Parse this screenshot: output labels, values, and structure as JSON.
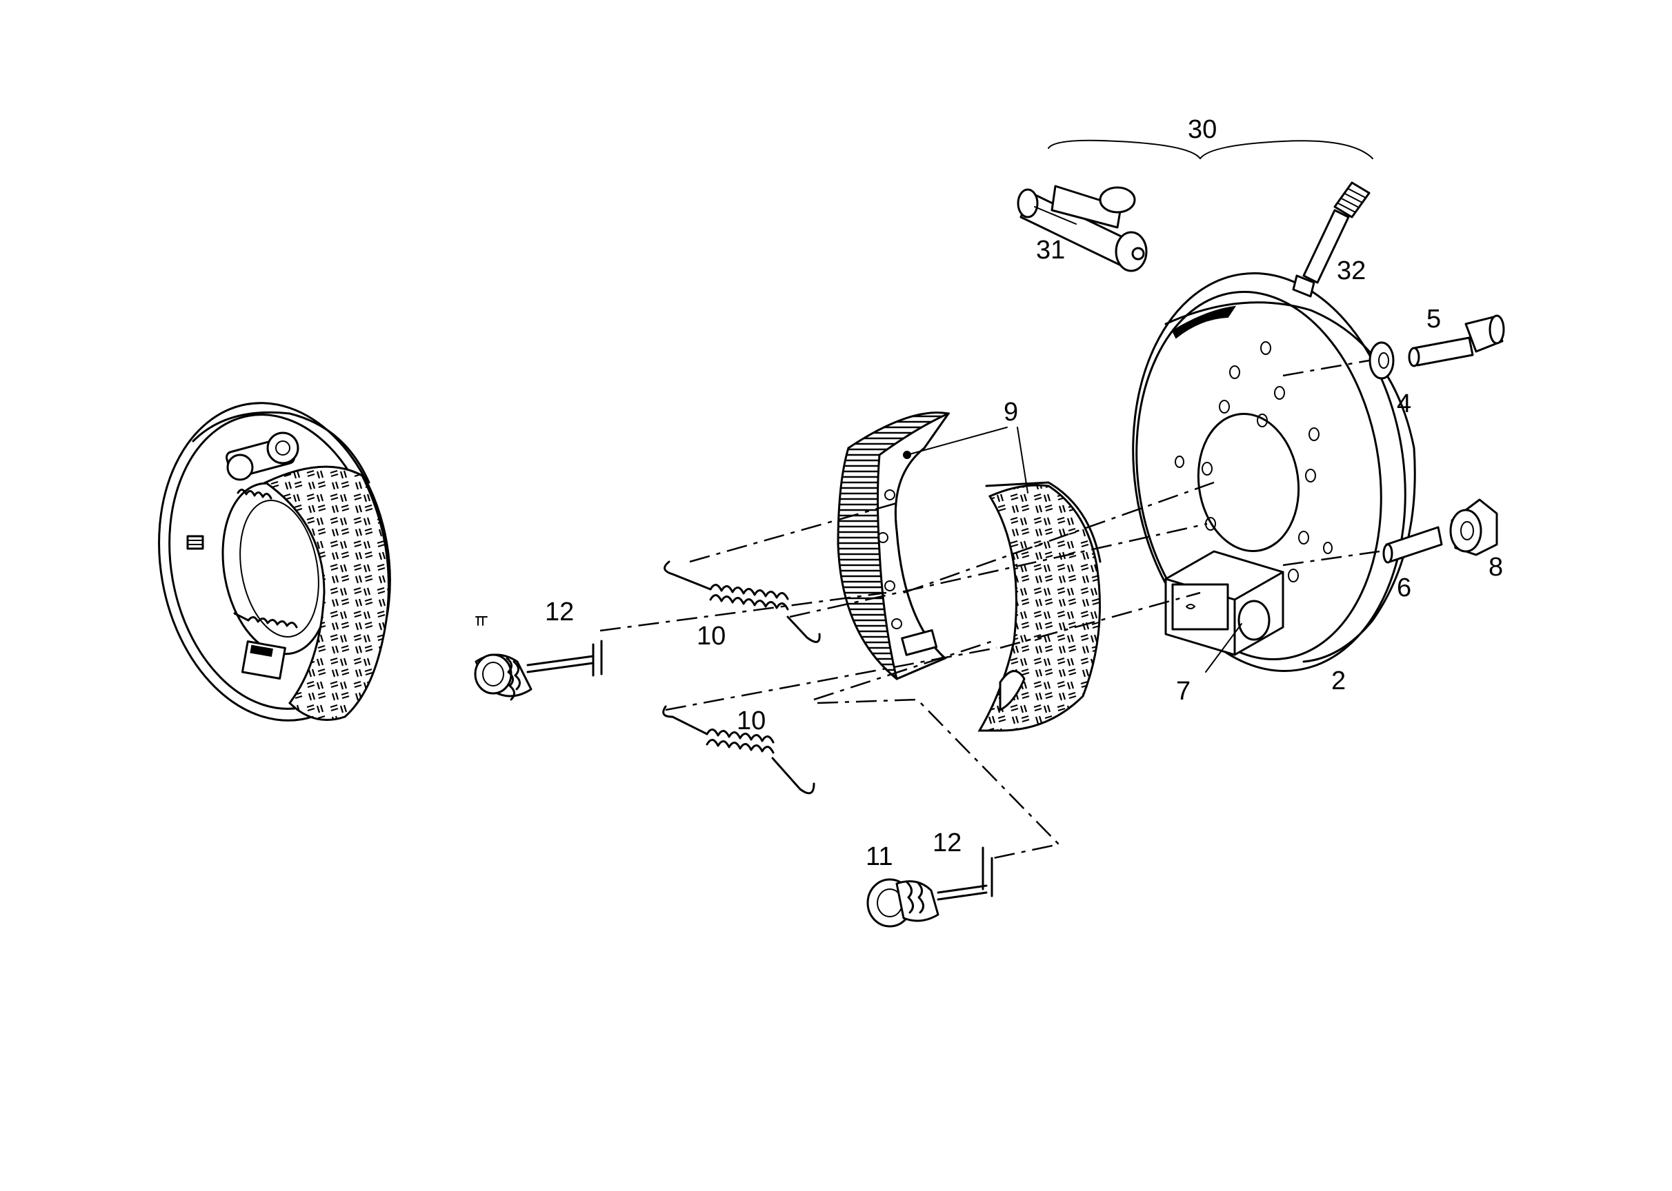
{
  "diagram": {
    "labels": {
      "l30": "30",
      "l31": "31",
      "l32": "32",
      "l5": "5",
      "l4": "4",
      "l8": "8",
      "l6": "6",
      "l9": "9",
      "l2": "2",
      "l7": "7",
      "l12a": "12",
      "l10a": "10",
      "l10b": "10",
      "l11a": "11",
      "l12b": "12",
      "l11b": "11"
    }
  }
}
